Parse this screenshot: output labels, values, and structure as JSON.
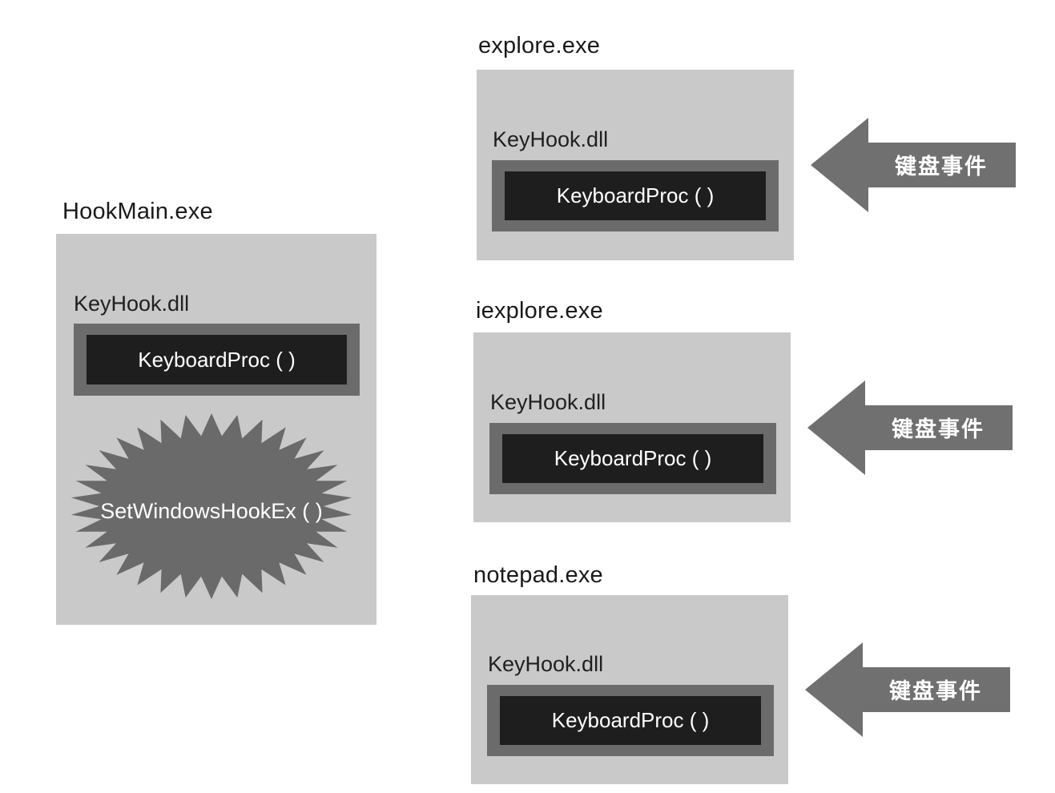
{
  "main_process": {
    "title": "HookMain.exe",
    "dll_label": "KeyHook.dll",
    "proc_label": "KeyboardProc ( )",
    "hook_call": "SetWindowsHookEx ( )"
  },
  "processes": [
    {
      "title": "explore.exe",
      "dll_label": "KeyHook.dll",
      "proc_label": "KeyboardProc ( )",
      "event_label": "键盘事件"
    },
    {
      "title": "iexplore.exe",
      "dll_label": "KeyHook.dll",
      "proc_label": "KeyboardProc ( )",
      "event_label": "键盘事件"
    },
    {
      "title": "notepad.exe",
      "dll_label": "KeyHook.dll",
      "proc_label": "KeyboardProc ( )",
      "event_label": "键盘事件"
    }
  ],
  "colors": {
    "process_bg": "#c9c9c9",
    "dll_frame": "#6b6b6b",
    "proc_bg": "#1e1e1e",
    "starburst": "#6a6a6a",
    "arrow": "#707070"
  }
}
